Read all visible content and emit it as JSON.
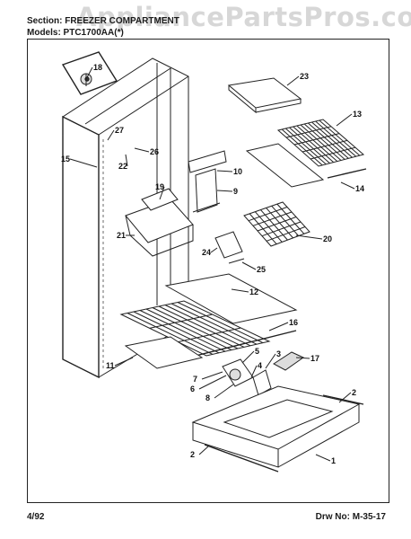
{
  "header": {
    "watermark": "AppliancePartsPros.com",
    "section_line": "Section: FREEZER COMPARTMENT",
    "model_line": "Models: PTC1700AA(*)"
  },
  "footer": {
    "date": "4/92",
    "drawing_number": "Drw No: M-35-17"
  },
  "callouts": [
    "18",
    "23",
    "13",
    "27",
    "26",
    "15",
    "22",
    "10",
    "19",
    "9",
    "14",
    "21",
    "20",
    "24",
    "25",
    "12",
    "16",
    "11",
    "5",
    "7",
    "3",
    "17",
    "6",
    "4",
    "8",
    "2",
    "2",
    "1"
  ]
}
